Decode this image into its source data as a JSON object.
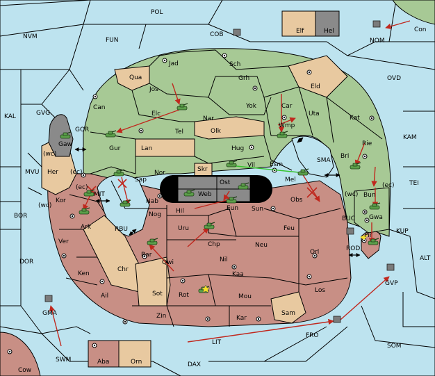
{
  "sea_labels": {
    "pol": "POL",
    "nvm": "NVM",
    "fun": "FUN",
    "cob": "COB",
    "nom": "NOM",
    "ovd": "OVD",
    "kal": "KAL",
    "gvg": "GVG",
    "gor": "GOR",
    "kam": "KAM",
    "sma": "SMA",
    "tei": "TEI",
    "mvu": "MVU",
    "mit": "MIT",
    "bor": "BOR",
    "rbu": "RBU",
    "buc": "BUC",
    "kup": "KUP",
    "dor": "DOR",
    "rod": "ROD",
    "alt": "ALT",
    "gvp": "GVP",
    "gma": "GMA",
    "fro": "FRO",
    "som": "SOM",
    "lit": "LIT",
    "swm": "SWM",
    "dax": "DAX"
  },
  "land_labels": {
    "con": "Con",
    "elf": "Elf",
    "hel": "Hel",
    "jad": "Jad",
    "sch": "Sch",
    "qua": "Qua",
    "jos": "Jos",
    "grh": "Grh",
    "eld": "Eld",
    "can": "Can",
    "elc": "Elc",
    "nar": "Nar",
    "yok": "Yok",
    "car": "Car",
    "uta": "Uta",
    "kat": "Kat",
    "gaw": "Gaw",
    "tel": "Tel",
    "olk": "Olk",
    "wmp": "Wmp",
    "gur": "Gur",
    "lan": "Lan",
    "hug": "Hug",
    "rie": "Rie",
    "bri": "Bri",
    "nor": "Nor",
    "skr": "Skr",
    "vil": "Vil",
    "esm": "Esm",
    "her": "Her",
    "sap": "Sap",
    "ost": "Ost",
    "web": "Web",
    "mel": "Mel",
    "bun": "Bun",
    "kor": "Kor",
    "nab": "Nab",
    "eun": "Eun",
    "sun": "Sun",
    "obs": "Obs",
    "gwa": "Gwa",
    "hil": "Hil",
    "nog": "Nog",
    "ark": "Ark",
    "pir": "Pir",
    "uru": "Uru",
    "feu": "Feu",
    "ver": "Ver",
    "chp": "Chp",
    "neu": "Neu",
    "orl": "Orl",
    "bar": "Bar",
    "qwi": "Qwi",
    "nil": "Nil",
    "ken": "Ken",
    "chr": "Chr",
    "kaa": "Kaa",
    "los": "Los",
    "ail": "Ail",
    "sot": "Sot",
    "rot": "Rot",
    "mou": "Mou",
    "zin": "Zin",
    "kar": "Kar",
    "sam": "Sam",
    "aba": "Aba",
    "orn": "Orn",
    "cow": "Cow"
  },
  "coast_labels": {
    "wc1": "(wc)",
    "ec1": "(ec)",
    "ec2": "(ec)",
    "wc2": "(wc)",
    "wc3": "(wc)",
    "ec3": "(ec)"
  },
  "colors": {
    "sea": "#bde3ef",
    "green": "#a7c995",
    "tan": "#e8c9a0",
    "red": "#c88f85",
    "grey": "#8a8a8a",
    "order": "#c0281e",
    "support": "#34c22c"
  }
}
